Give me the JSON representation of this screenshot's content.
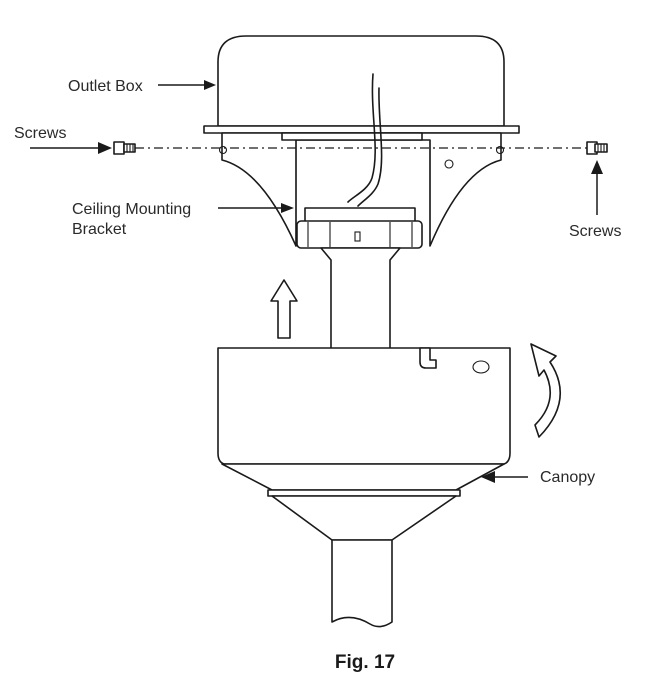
{
  "labels": {
    "outlet_box": "Outlet Box",
    "screws_left": "Screws",
    "ceiling_bracket_line1": "Ceiling Mounting",
    "ceiling_bracket_line2": "Bracket",
    "screws_right": "Screws",
    "canopy": "Canopy"
  },
  "caption": "Fig. 17"
}
